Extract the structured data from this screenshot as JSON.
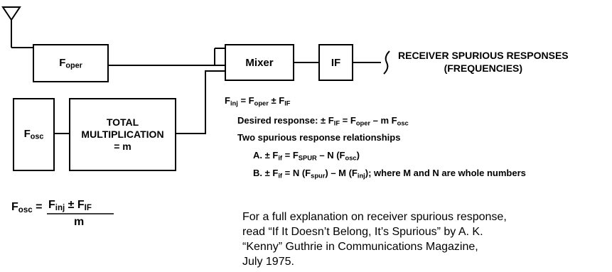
{
  "blocks": {
    "foper": {
      "main": "F",
      "sub": "oper"
    },
    "mixer": "Mixer",
    "if": "IF",
    "fosc": {
      "main": "F",
      "sub": "osc"
    },
    "multiplier": {
      "line1": "TOTAL",
      "line2": "MULTIPLICATION",
      "line3": "= m"
    }
  },
  "output_label": {
    "line1": "RECEIVER SPURIOUS RESPONSES",
    "line2": "(FREQUENCIES)"
  },
  "equations": {
    "finj": {
      "lhs": "F",
      "lhs_sub": "inj",
      "eq": " = F",
      "op_sub": "oper",
      "pm": " ± F",
      "if_sub": "IF"
    },
    "desired": {
      "label": "Desired response: ± F",
      "if_sub": "IF",
      "mid": " = F",
      "oper_sub": "oper",
      "tail": " – m F",
      "osc_sub": "osc"
    },
    "relationships_title": "Two spurious response relationships",
    "rel_a": {
      "prefix": "A.  ± F",
      "if_sub": "if",
      "mid": " = F",
      "spur_sub": "SPUR",
      "tail": " – N (F",
      "osc_sub": "osc",
      "close": ")"
    },
    "rel_b": {
      "prefix": "B.  ± F",
      "if_sub": "if",
      "mid": " = N (F",
      "spur_sub": "spur",
      "mid2": ") – M (F",
      "inj_sub": "inj",
      "tail": "); where M and N are whole numbers"
    },
    "fosc_formula": {
      "lhs": "F",
      "lhs_sub": "osc",
      "eq": " = ",
      "num": "F",
      "num_sub": "inj",
      "pm": " ± F",
      "num_sub2": "IF",
      "den": "m"
    }
  },
  "note": {
    "line1": "For a full explanation on receiver spurious response,",
    "line2": "read “If It Doesn’t Belong, It’s Spurious” by A. K.",
    "line3": "“Kenny” Guthrie in Communications Magazine,",
    "line4": "July 1975."
  }
}
